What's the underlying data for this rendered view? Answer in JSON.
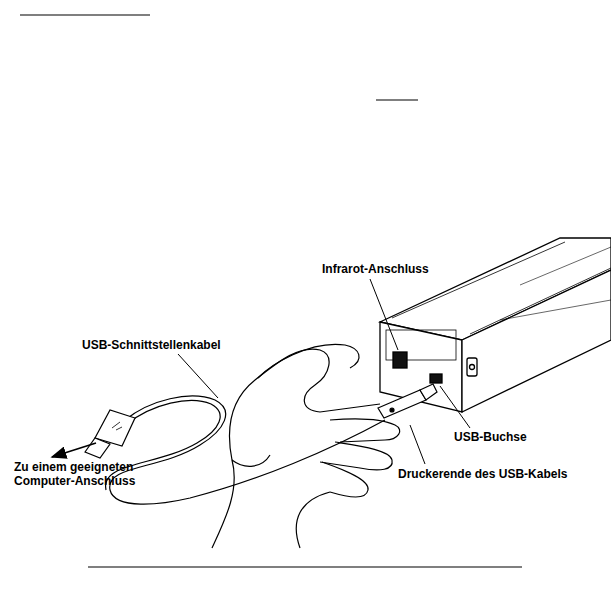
{
  "diagram": {
    "labels": [
      "Infrarot-Anschluss",
      "USB-Schnittstellenkabel",
      "USB-Buchse",
      "Zu einem geeigneten Computer-Anschluss",
      "Druckerende des USB-Kabels"
    ]
  }
}
